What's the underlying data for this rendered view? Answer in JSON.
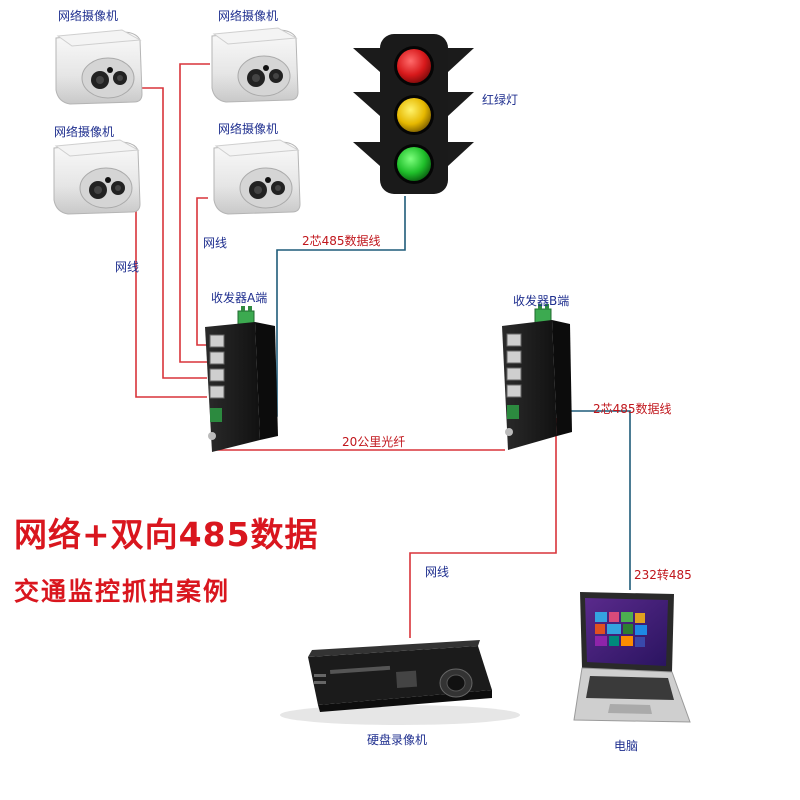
{
  "title": {
    "line1": "网络+双向485数据",
    "line2": "交通监控抓拍案例"
  },
  "cameras": [
    {
      "label": "网络摄像机"
    },
    {
      "label": "网络摄像机"
    },
    {
      "label": "网络摄像机"
    },
    {
      "label": "网络摄像机"
    }
  ],
  "traffic_light": {
    "label": "红绿灯"
  },
  "transceiver_a": {
    "label": "收发器A端"
  },
  "transceiver_b": {
    "label": "收发器B端"
  },
  "dvr": {
    "label": "硬盘录像机"
  },
  "computer": {
    "label": "电脑"
  },
  "links": {
    "net1": "网线",
    "net2": "网线",
    "net3": "网线",
    "rs485_a": "2芯485数据线",
    "rs485_b": "2芯485数据线",
    "fiber": "20公里光纤",
    "rs232": "232转485"
  },
  "colors": {
    "network_cable": "#d9343a",
    "data_cable": "#1f5c7a",
    "title": "#d9161e",
    "label_blue": "#1f2f8f",
    "label_red": "#c0161c"
  }
}
